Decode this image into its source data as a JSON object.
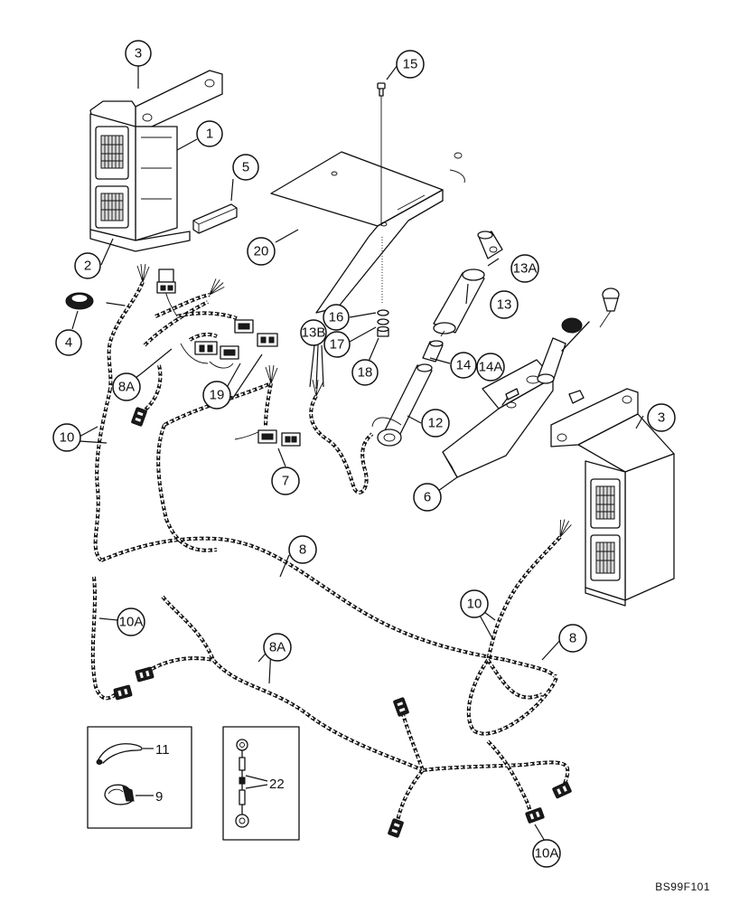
{
  "drawing_code": "BS99F101",
  "callouts": {
    "c1": "1",
    "c2": "2",
    "c3a": "3",
    "c3b": "3",
    "c4": "4",
    "c5": "5",
    "c6": "6",
    "c7": "7",
    "c8a": "8",
    "c8b": "8",
    "c8Aa": "8A",
    "c8Ab": "8A",
    "c10a": "10",
    "c10b": "10",
    "c10Aa": "10A",
    "c10Ab": "10A",
    "c12": "12",
    "c13": "13",
    "c13A": "13A",
    "c13B": "13B",
    "c14": "14",
    "c14A": "14A",
    "c15": "15",
    "c16": "16",
    "c17": "17",
    "c18": "18",
    "c19": "19",
    "c20": "20"
  },
  "inset_labels": {
    "i11": "11",
    "i9": "9",
    "i22": "22"
  }
}
